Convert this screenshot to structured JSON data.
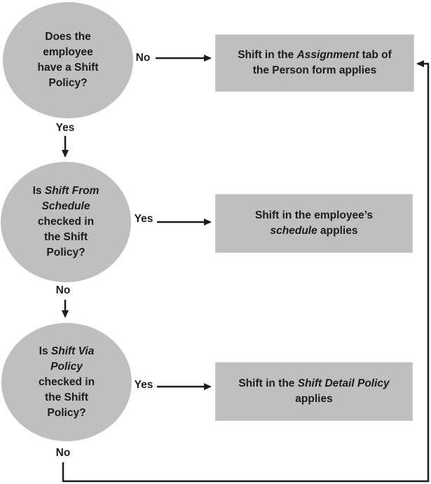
{
  "nodes": {
    "decision_1": {
      "segments": [
        {
          "t": "Does the"
        },
        {
          "br": true
        },
        {
          "t": "employee"
        },
        {
          "br": true
        },
        {
          "t": "have a Shift"
        },
        {
          "br": true
        },
        {
          "t": "Policy?"
        }
      ]
    },
    "decision_2": {
      "segments": [
        {
          "t": "Is "
        },
        {
          "t": "Shift From",
          "i": true
        },
        {
          "br": true
        },
        {
          "t": "Schedule",
          "i": true
        },
        {
          "br": true
        },
        {
          "t": "checked in"
        },
        {
          "br": true
        },
        {
          "t": "the Shift"
        },
        {
          "br": true
        },
        {
          "t": "Policy?"
        }
      ]
    },
    "decision_3": {
      "segments": [
        {
          "t": "Is "
        },
        {
          "t": "Shift Via",
          "i": true
        },
        {
          "br": true
        },
        {
          "t": "Policy",
          "i": true
        },
        {
          "br": true
        },
        {
          "t": "checked in"
        },
        {
          "br": true
        },
        {
          "t": "the Shift"
        },
        {
          "br": true
        },
        {
          "t": "Policy?"
        }
      ]
    },
    "result_1": {
      "segments": [
        {
          "t": "Shift in the "
        },
        {
          "t": "Assignment",
          "i": true
        },
        {
          "t": " tab of"
        },
        {
          "br": true
        },
        {
          "t": "the Person form applies"
        }
      ]
    },
    "result_2": {
      "segments": [
        {
          "t": "Shift in the employee’s"
        },
        {
          "br": true
        },
        {
          "t": "schedule",
          "i": true
        },
        {
          "t": " applies"
        }
      ]
    },
    "result_3": {
      "segments": [
        {
          "t": "Shift in the "
        },
        {
          "t": "Shift Detail Policy",
          "i": true
        },
        {
          "br": true
        },
        {
          "t": "applies"
        }
      ]
    }
  },
  "edge_labels": {
    "decision1_no": "No",
    "decision1_yes": "Yes",
    "decision2_yes": "Yes",
    "decision2_no": "No",
    "decision3_yes": "Yes",
    "decision3_no": "No"
  },
  "colors": {
    "shape_fill": "#bfbfbf",
    "line": "#1c1c1c",
    "text": "#1c1c1c",
    "background": "#ffffff"
  }
}
